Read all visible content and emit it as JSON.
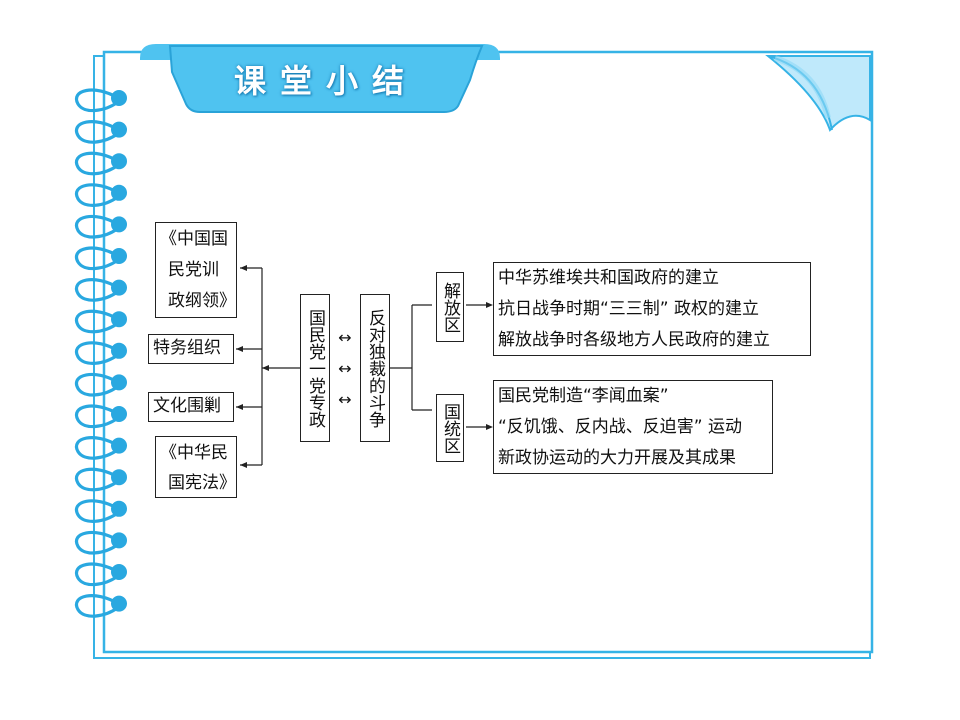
{
  "title": "课堂小结",
  "colors": {
    "frame": "#36b3e6",
    "tab": "#4fc3f0",
    "ring": "#29a8e0",
    "ink": "#111111"
  },
  "left_boxes": [
    "《中国国民党训政纲领》",
    "特务组织",
    "文化围剿",
    "《中华民国宪法》"
  ],
  "left_box_lines": {
    "b0": [
      "《中国国",
      "民党训",
      "政纲领》"
    ],
    "b3": [
      "《中华民",
      "国宪法》"
    ]
  },
  "center": {
    "left": "国民党一党专政",
    "right": "反对独裁的斗争",
    "arrows": [
      "↔",
      "↔",
      "↔"
    ]
  },
  "branches": [
    {
      "label": "解放区",
      "items": [
        "中华苏维埃共和国政府的建立",
        "抗日战争时期“三三制” 政权的建立",
        "解放战争时各级地方人民政府的建立"
      ]
    },
    {
      "label": "国统区",
      "items": [
        "国民党制造“李闻血案”",
        "“反饥饿、反内战、反迫害” 运动",
        "新政协运动的大力开展及其成果"
      ]
    }
  ]
}
